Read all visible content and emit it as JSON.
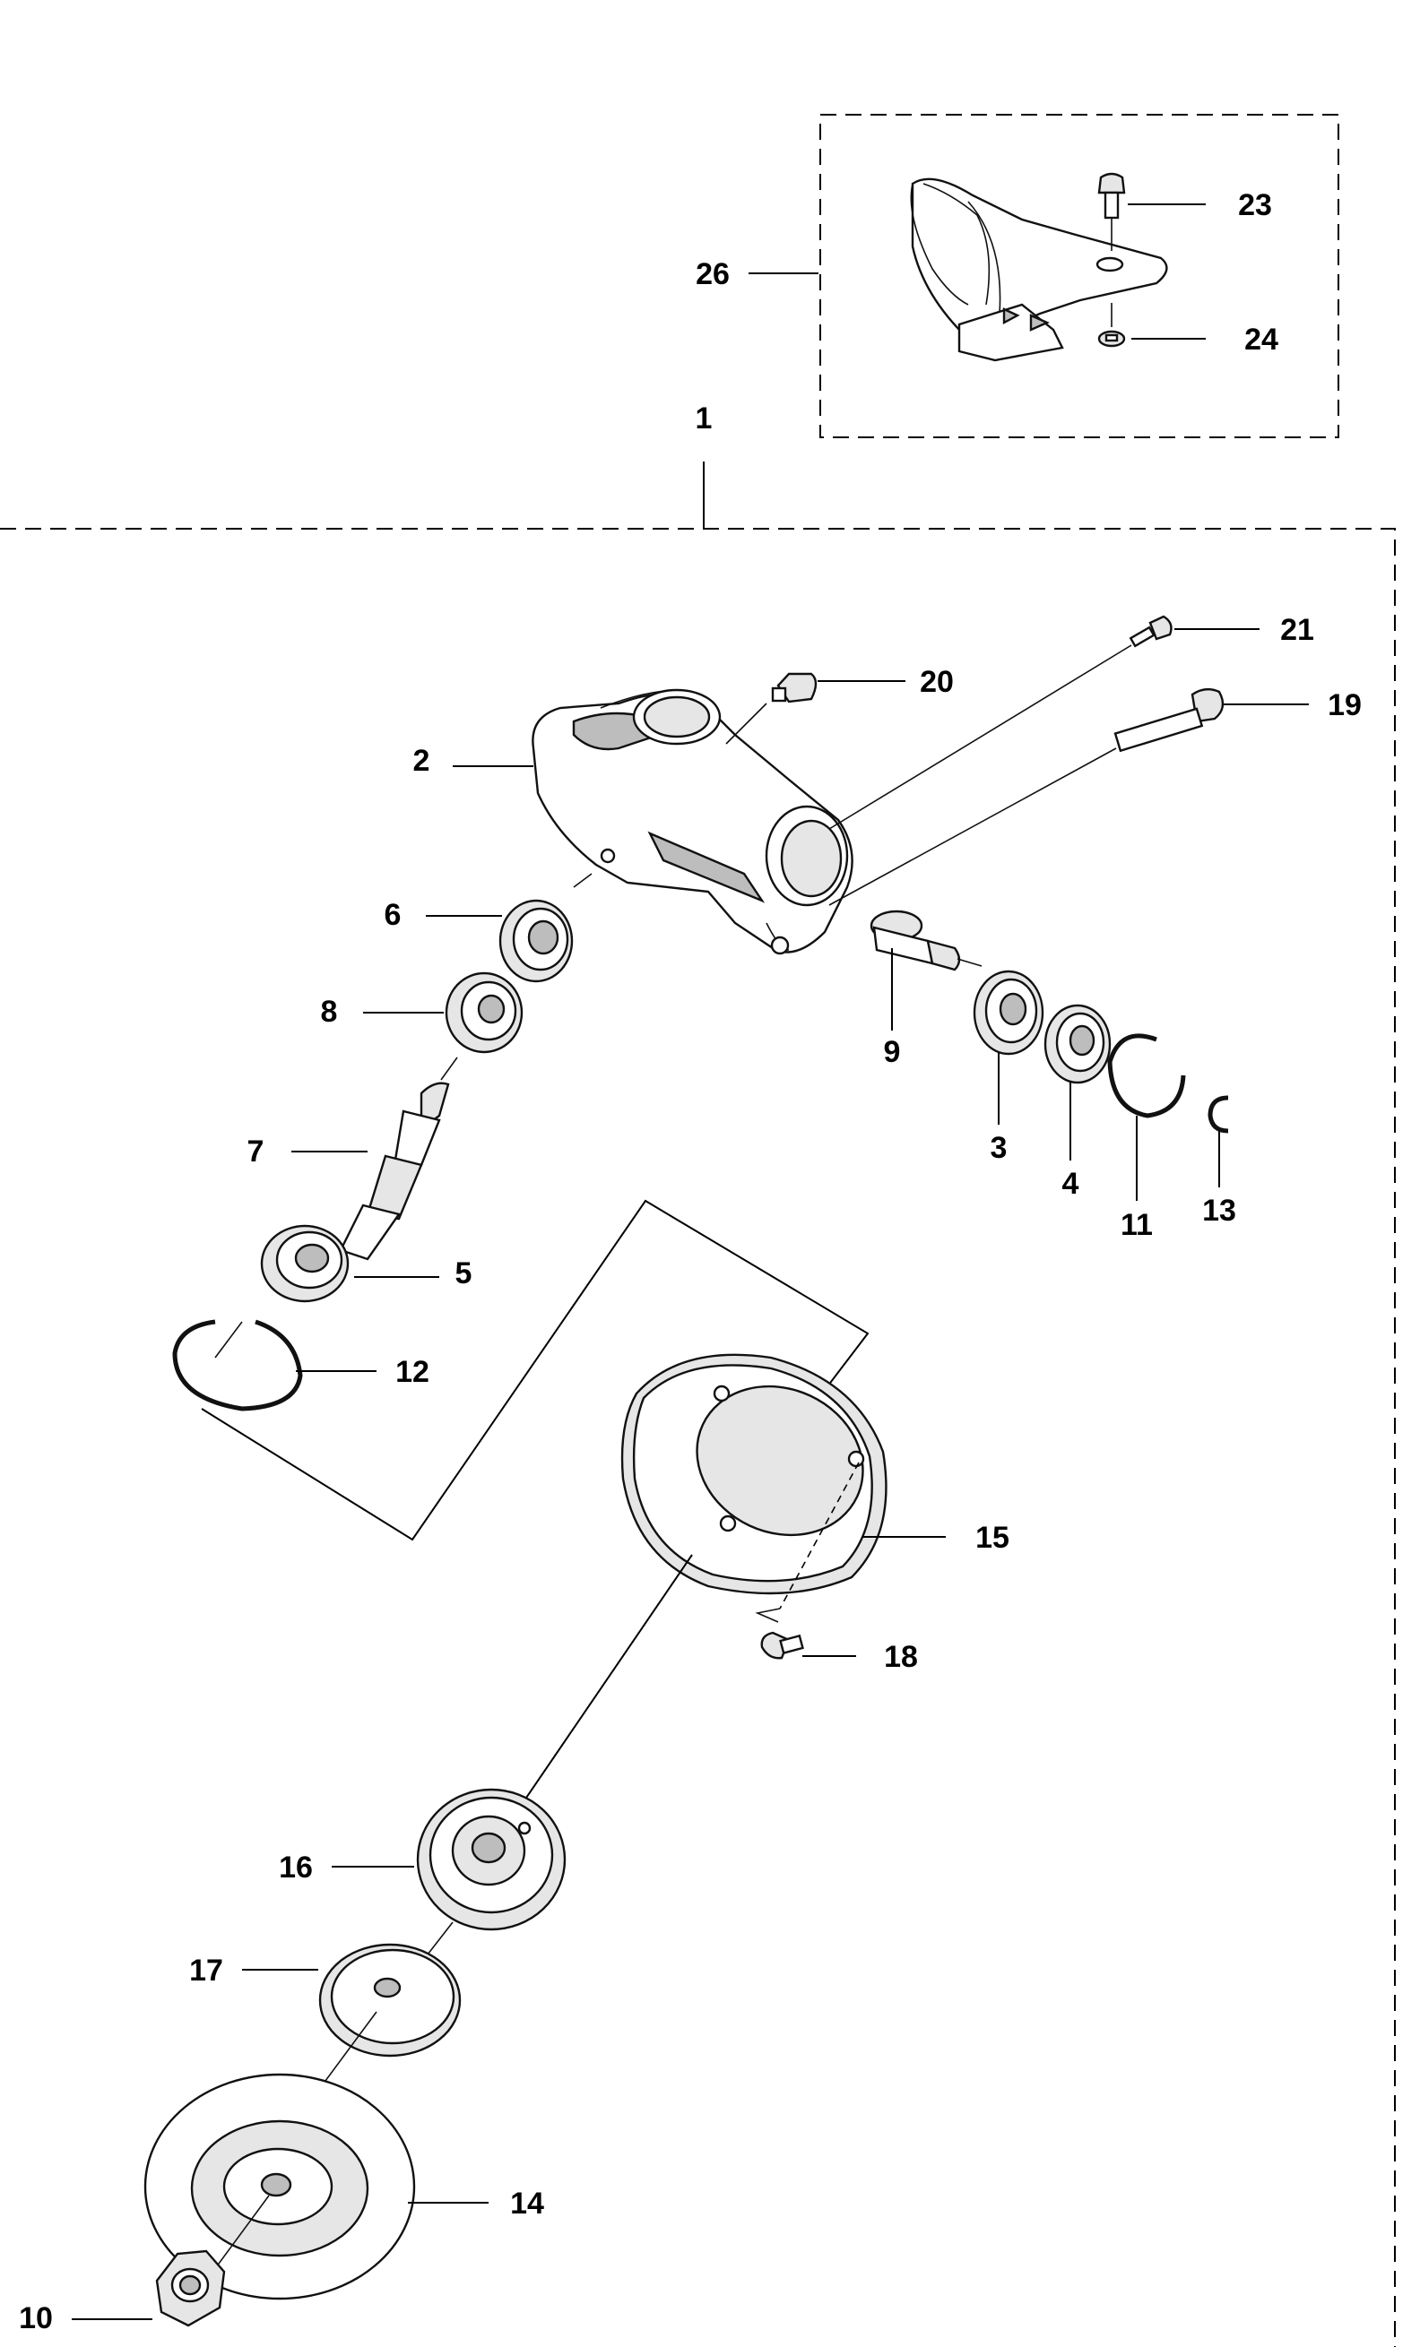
{
  "labels": {
    "p1": "1",
    "p2": "2",
    "p3": "3",
    "p4": "4",
    "p5": "5",
    "p6": "6",
    "p7": "7",
    "p8": "8",
    "p9": "9",
    "p10": "10",
    "p11": "11",
    "p12": "12",
    "p13": "13",
    "p14": "14",
    "p15": "15",
    "p16": "16",
    "p17": "17",
    "p18": "18",
    "p19": "19",
    "p20": "20",
    "p21": "21",
    "p23": "23",
    "p24": "24",
    "p26": "26"
  }
}
